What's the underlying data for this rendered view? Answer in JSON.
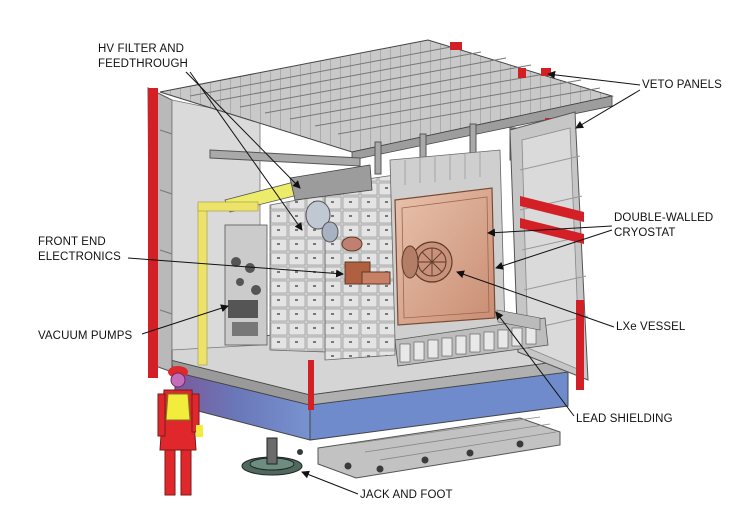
{
  "labels": {
    "hv_filter": "HV FILTER AND\nFEEDTHROUGH",
    "veto_panels": "VETO PANELS",
    "front_end": "FRONT END\nELECTRONICS",
    "double_walled": "DOUBLE-WALLED\nCRYOSTAT",
    "vacuum_pumps": "VACUUM PUMPS",
    "lxe_vessel": "LXe VESSEL",
    "lead_shielding": "LEAD SHIELDING",
    "jack_foot": "JACK AND FOOT"
  },
  "colors": {
    "frame_gray": "#b8b8b8",
    "panel_gray": "#cfcfcf",
    "dark_line": "#3a3a3a",
    "veto_red": "#d8202a",
    "cryostat_copper": "#d7a58c",
    "base_blue": "#6f86c4",
    "base_purple": "#7b5a9e",
    "yellow_pipe": "#efe36a",
    "person_red": "#e0282c",
    "vest_yellow": "#f2ec3c"
  }
}
